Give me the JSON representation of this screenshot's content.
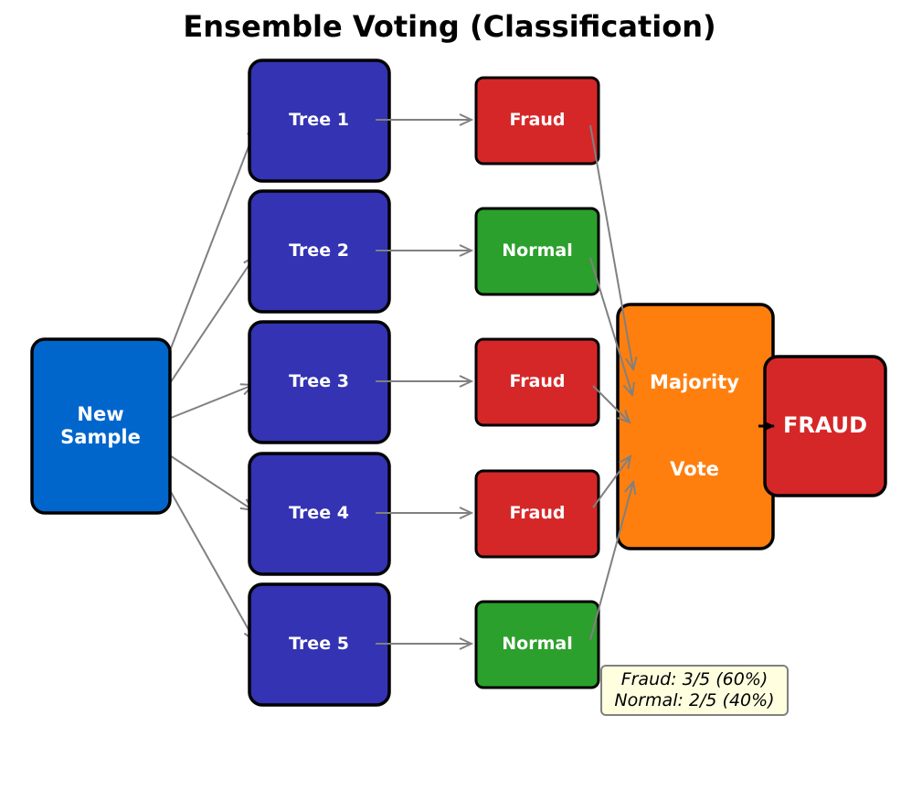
{
  "title": "Ensemble Voting (Classification)",
  "input": {
    "label_line1": "New",
    "label_line2": "Sample",
    "color": "#0066cc"
  },
  "trees": [
    {
      "label": "Tree 1",
      "prediction": "Fraud"
    },
    {
      "label": "Tree 2",
      "prediction": "Normal"
    },
    {
      "label": "Tree 3",
      "prediction": "Fraud"
    },
    {
      "label": "Tree 4",
      "prediction": "Fraud"
    },
    {
      "label": "Tree 5",
      "prediction": "Normal"
    }
  ],
  "tree_color": "#3333b3",
  "prediction_colors": {
    "Fraud": "#d62728",
    "Normal": "#2ca02c"
  },
  "vote": {
    "label_line1": "Majority",
    "label_line2": "Vote",
    "color": "#ff7f0e"
  },
  "result": {
    "label": "FRAUD",
    "color": "#d62728"
  },
  "summary": {
    "line1": "Fraud: 3/5 (60%)",
    "line2": "Normal: 2/5 (40%)",
    "background": "#ffffe0"
  },
  "edge_color": "#808080"
}
